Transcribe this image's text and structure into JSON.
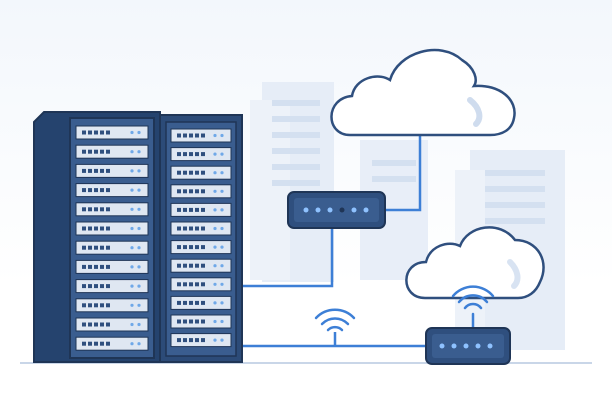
{
  "illustration": {
    "colors": {
      "background": "#f3f7fc",
      "building": "#e3ebf6",
      "building_window": "#d2dff0",
      "rack_dark": "#2f4f7e",
      "rack_mid": "#4a6a9a",
      "rack_panel": "#dfe7f2",
      "rack_outline": "#1f3556",
      "led": "#6fa8e8",
      "cable": "#3d7fd6",
      "cloud_fill": "#ffffff",
      "cloud_outline": "#2f4f7e",
      "device": "#2f4f7e",
      "wifi": "#3d7fd6"
    },
    "elements": {
      "server_racks": 2,
      "rack_units_per_rack": 12,
      "clouds": 2,
      "network_devices": 2,
      "wifi_signals": 2
    }
  }
}
